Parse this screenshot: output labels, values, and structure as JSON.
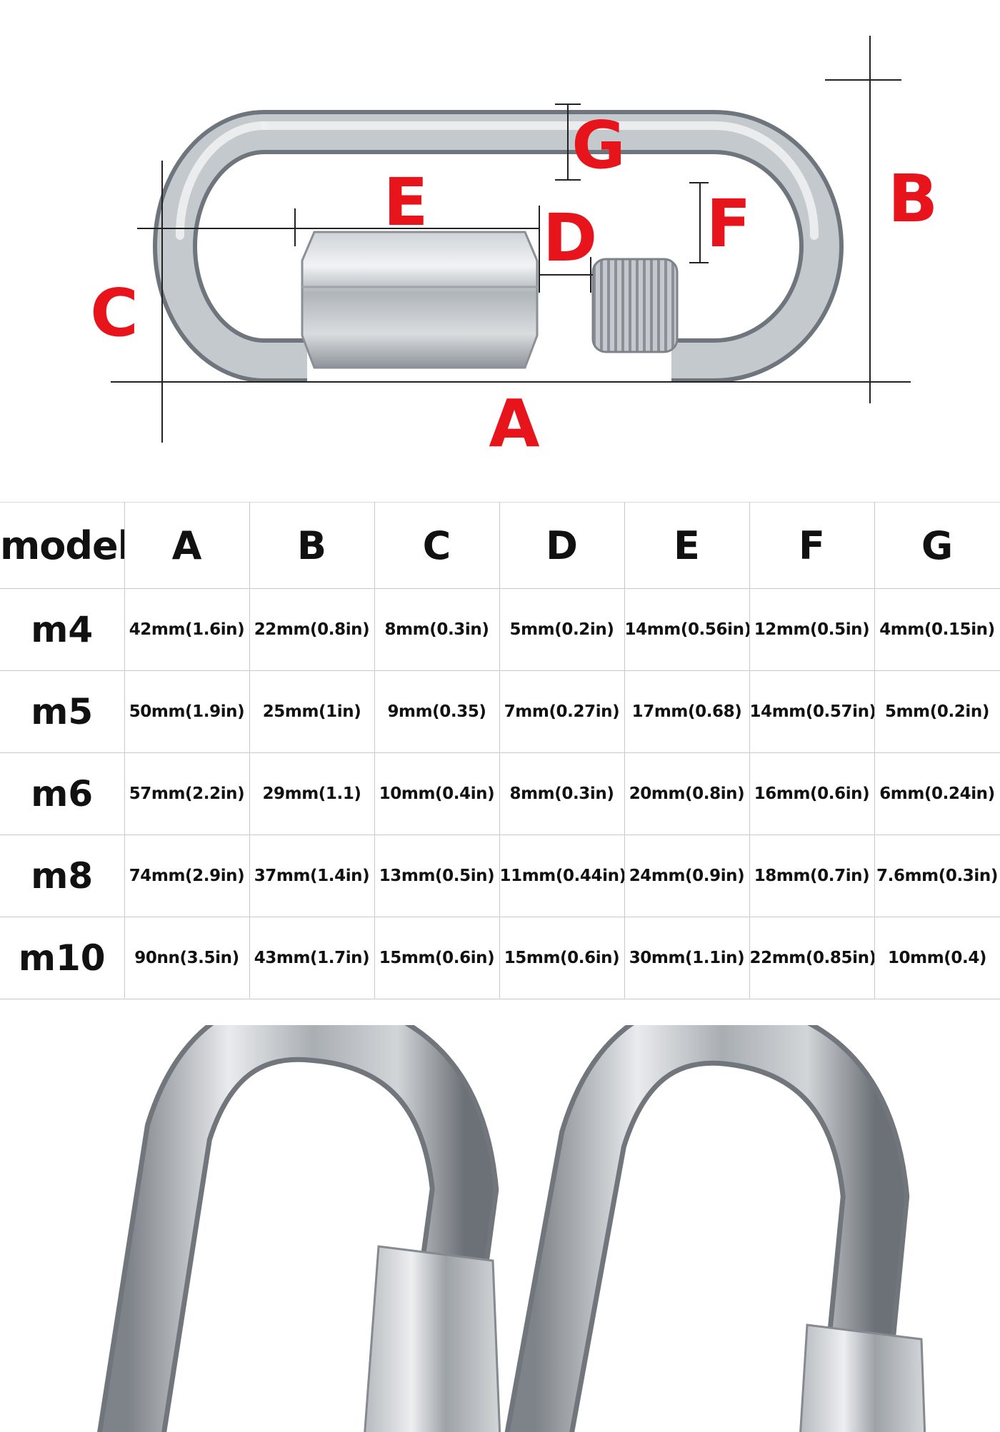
{
  "diagram": {
    "labels": {
      "A": "A",
      "B": "B",
      "C": "C",
      "D": "D",
      "E": "E",
      "F": "F",
      "G": "G"
    },
    "label_color": "#e8141c",
    "line_color": "#222222",
    "metal_color": "#b9bec3"
  },
  "table": {
    "header": [
      "model",
      "A",
      "B",
      "C",
      "D",
      "E",
      "F",
      "G"
    ],
    "rows": [
      {
        "model": "m4",
        "values": [
          "42mm(1.6in)",
          "22mm(0.8in)",
          "8mm(0.3in)",
          "5mm(0.2in)",
          "14mm(0.56in)",
          "12mm(0.5in)",
          "4mm(0.15in)"
        ]
      },
      {
        "model": "m5",
        "values": [
          "50mm(1.9in)",
          "25mm(1in)",
          "9mm(0.35)",
          "7mm(0.27in)",
          "17mm(0.68)",
          "14mm(0.57in)",
          "5mm(0.2in)"
        ]
      },
      {
        "model": "m6",
        "values": [
          "57mm(2.2in)",
          "29mm(1.1)",
          "10mm(0.4in)",
          "8mm(0.3in)",
          "20mm(0.8in)",
          "16mm(0.6in)",
          "6mm(0.24in)"
        ]
      },
      {
        "model": "m8",
        "values": [
          "74mm(2.9in)",
          "37mm(1.4in)",
          "13mm(0.5in)",
          "11mm(0.44in)",
          "24mm(0.9in)",
          "18mm(0.7in)",
          "7.6mm(0.3in)"
        ]
      },
      {
        "model": "m10",
        "values": [
          "90nn(3.5in)",
          "43mm(1.7in)",
          "15mm(0.6in)",
          "15mm(0.6in)",
          "30mm(1.1in)",
          "22mm(0.85in)",
          "10mm(0.4)"
        ]
      }
    ]
  }
}
